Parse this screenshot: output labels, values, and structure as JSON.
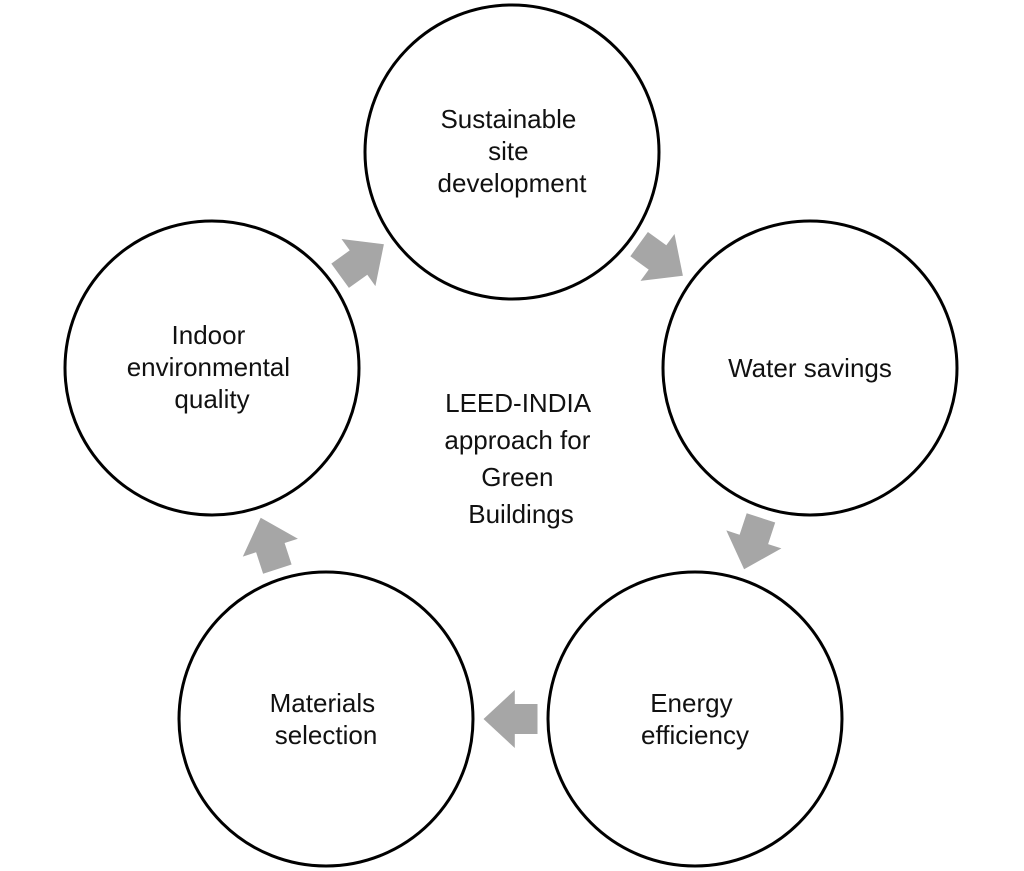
{
  "center": {
    "lines": [
      "LEED-INDIA",
      "approach for",
      "Green",
      "Buildings"
    ]
  },
  "nodes": [
    {
      "id": "sustainable-site",
      "lines": [
        "Sustainable",
        "site",
        "development"
      ]
    },
    {
      "id": "water-savings",
      "lines": [
        "Water savings"
      ]
    },
    {
      "id": "energy-efficiency",
      "lines": [
        "Energy",
        "efficiency"
      ]
    },
    {
      "id": "materials-selection",
      "lines": [
        "Materials",
        "selection"
      ]
    },
    {
      "id": "indoor-environmental-quality",
      "lines": [
        "Indoor",
        "environmental",
        "quality"
      ]
    }
  ],
  "arrows": [
    {
      "from": "sustainable-site",
      "to": "water-savings"
    },
    {
      "from": "water-savings",
      "to": "energy-efficiency"
    },
    {
      "from": "energy-efficiency",
      "to": "materials-selection"
    },
    {
      "from": "materials-selection",
      "to": "indoor-environmental-quality"
    },
    {
      "from": "indoor-environmental-quality",
      "to": "sustainable-site"
    }
  ],
  "colors": {
    "circle_stroke": "#000000",
    "circle_fill": "#ffffff",
    "arrow_fill": "#a6a6a6",
    "text": "#111111"
  }
}
